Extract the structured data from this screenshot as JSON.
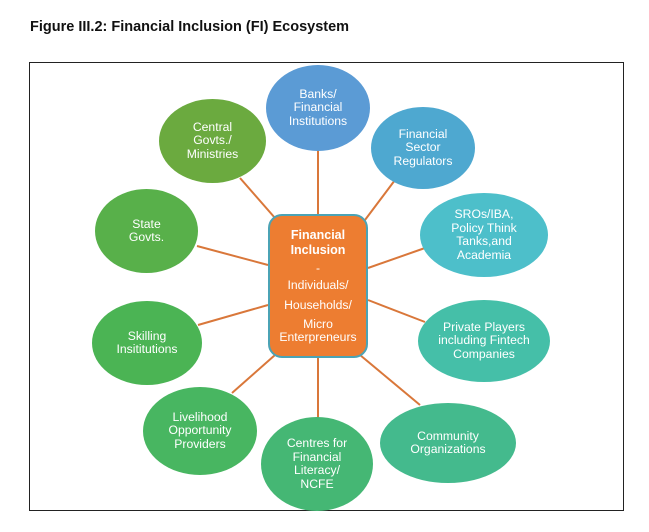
{
  "title": "Figure III.2: Financial Inclusion (FI) Ecosystem",
  "center": {
    "heading": "Financial\nInclusion",
    "dash": "-",
    "lines": [
      "Individuals/",
      "Households/",
      "Micro",
      "Enterpreneurs"
    ]
  },
  "colors": {
    "center_fill": "#ED7D31",
    "center_border": "#4BA3B5",
    "connector": "#D9773A"
  },
  "nodes": [
    {
      "id": "banks",
      "label": "Banks/\nFinancial\nInstitutions",
      "color": "#5B9BD5"
    },
    {
      "id": "regulators",
      "label": "Financial\nSector\nRegulators",
      "color": "#4EA8D0"
    },
    {
      "id": "sros",
      "label": "SROs/IBA,\nPolicy Think\nTanks,and\nAcademia",
      "color": "#4DBFCA"
    },
    {
      "id": "private",
      "label": "Private Players\nincluding Fintech\nCompanies",
      "color": "#45BFA8"
    },
    {
      "id": "community",
      "label": "Community\nOrganizations",
      "color": "#44BA8D"
    },
    {
      "id": "centres",
      "label": "Centres for\nFinancial\nLiteracy/\nNCFE",
      "color": "#45B774"
    },
    {
      "id": "livelihood",
      "label": "Livelihood\nOpportunity\nProviders",
      "color": "#48B661"
    },
    {
      "id": "skilling",
      "label": "Skilling\nInsititutions",
      "color": "#4BB454"
    },
    {
      "id": "state",
      "label": "State\nGovts.",
      "color": "#58B04A"
    },
    {
      "id": "central",
      "label": "Central\nGovts./\nMinistries",
      "color": "#6BAA3F"
    }
  ]
}
